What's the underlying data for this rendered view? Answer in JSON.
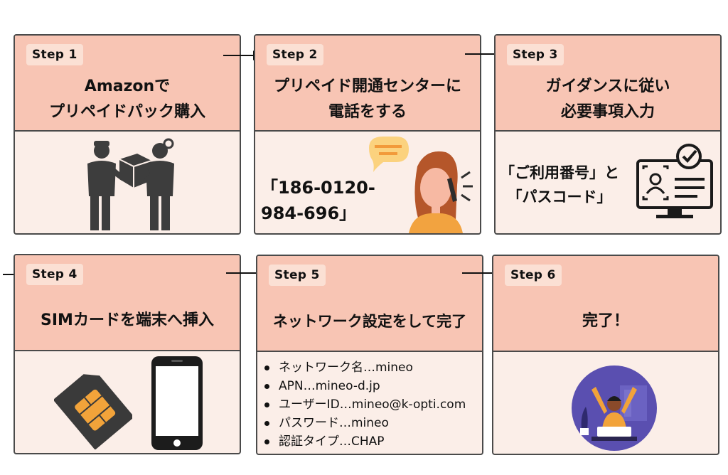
{
  "steps": [
    {
      "label": "Step 1",
      "title_lines": [
        "Amazonで",
        "プリペイドパック購入"
      ]
    },
    {
      "label": "Step 2",
      "title_lines": [
        "プリペイド開通センターに",
        "電話をする"
      ],
      "phone": [
        "「186-0120-",
        "984-696」"
      ]
    },
    {
      "label": "Step 3",
      "title_lines": [
        "ガイダンスに従い",
        "必要事項入力"
      ],
      "input_text": [
        "「ご利用番号」と",
        "「パスコード」"
      ]
    },
    {
      "label": "Step 4",
      "title": "SIMカードを端末へ挿入"
    },
    {
      "label": "Step 5",
      "title": "ネットワーク設定をして完了",
      "settings": [
        "ネットワーク名…mineo",
        "APN…mineo-d.jp",
        "ユーザーID…mineo@k-opti.com",
        "パスワード…mineo",
        "認証タイプ…CHAP"
      ]
    },
    {
      "label": "Step 6",
      "title": "完了！"
    }
  ],
  "colors": {
    "header": "#f8c5b4",
    "body": "#fbeee8",
    "badge": "#fbe0d4",
    "border": "#4a4a4a"
  }
}
